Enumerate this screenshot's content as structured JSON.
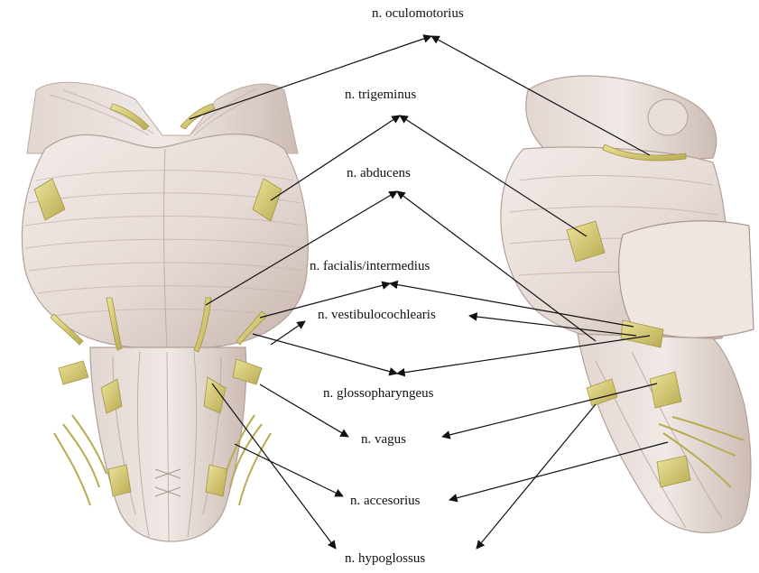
{
  "labels": {
    "oculomotorius": "n. oculomotorius",
    "trigeminus": "n. trigeminus",
    "abducens": "n. abducens",
    "facialis": "n. facialis/intermedius",
    "vestibulocochlearis": "n. vestibulocochlearis",
    "glossopharyngeus": "n. glossopharyngeus",
    "vagus": "n. vagus",
    "accesorius": "n. accesorius",
    "hypoglossus": "n. hypoglossus"
  },
  "colors": {
    "tissue": "#e8ddd8",
    "tissue_shade": "#c9b8b2",
    "tissue_line": "#b9a7a1",
    "nerve": "#d9cf7a",
    "nerve_shade": "#b7a94e",
    "arrow": "#111111"
  }
}
